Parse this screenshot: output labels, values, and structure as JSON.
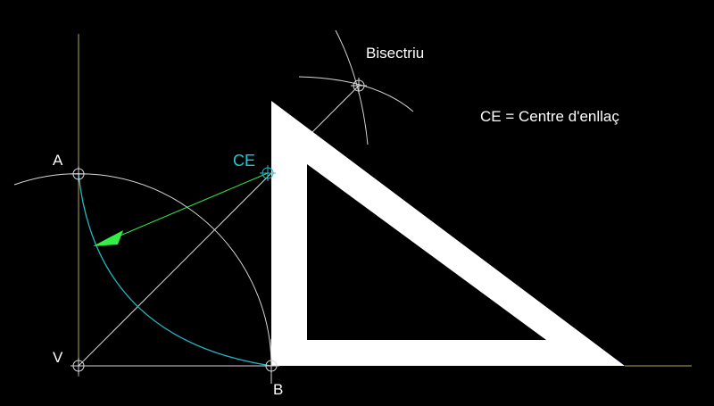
{
  "colors": {
    "background": "#000000",
    "construction": "#d8d8d8",
    "vertical_axis": "#b8a852",
    "horizontal_axis": "#b8a852",
    "arc_tangent": "#22b6c4",
    "arrow": "#33ee44",
    "set_square": "#ffffff",
    "label": "#ffffff",
    "ce_label": "#22c6d6"
  },
  "labels": {
    "point_a": "A",
    "point_v": "V",
    "point_b": "B",
    "point_ce": "CE",
    "bisector": "Bisectriu",
    "legend": "CE = Centre d'enllaç"
  },
  "icons": {
    "point_marker": "circle-crosshair-icon",
    "arrow": "arrow-head-icon"
  }
}
